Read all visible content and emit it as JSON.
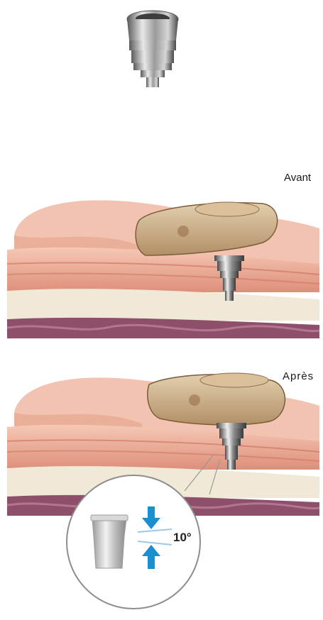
{
  "labels": {
    "before": "Avant",
    "after": "Après",
    "angle": "10°"
  },
  "icons": {
    "abutment": "dental-abutment-icon",
    "arrow": "blue-arrow-icon"
  },
  "colors": {
    "arrow": "#1a8fd0",
    "gum": "#e9a48e",
    "bone": "#f1e9d8",
    "denture": "#c8ab86"
  }
}
